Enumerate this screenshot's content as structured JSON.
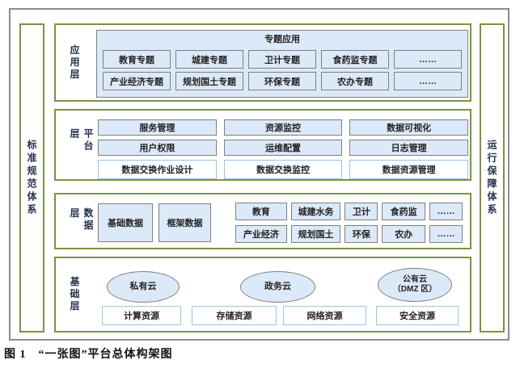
{
  "caption": "图 1　“一张图”平台总体构架图",
  "colors": {
    "layer_border_olive": "#7d9242",
    "frame_border_gray": "#8c8c8c",
    "box_fill_blue": "#dce9f8",
    "box_border_gray": "#7f7f7f",
    "box_border_light_blue": "#9dc3e6"
  },
  "side_bars": {
    "left": "标准规范体系",
    "right": "运行保障体系"
  },
  "app_layer": {
    "label": "应用层",
    "container_title": "专题应用",
    "row1": [
      "教育专题",
      "城建专题",
      "卫计专题",
      "食药监专题",
      "……"
    ],
    "row2": [
      "产业经济专题",
      "规划国土专题",
      "环保专题",
      "农办专题",
      "……"
    ]
  },
  "platform_layer": {
    "label": "平台层",
    "row1": [
      "服务管理",
      "资源监控",
      "数据可视化"
    ],
    "row2": [
      "用户权限",
      "运维配置",
      "日志管理"
    ],
    "row3": [
      "数据交换作业设计",
      "数据交换监控",
      "数据资源管理"
    ]
  },
  "data_layer": {
    "label": "数据层",
    "big_boxes": [
      "基础数据",
      "框架数据"
    ],
    "row1": [
      "教育",
      "城建水务",
      "卫计",
      "食药监",
      "……"
    ],
    "row2": [
      "产业经济",
      "规划国土",
      "环保",
      "农办",
      "……"
    ]
  },
  "base_layer": {
    "label": "基础层",
    "cloud1": "私有云",
    "cloud2": "政务云",
    "cloud3_line1": "公有云",
    "cloud3_line2": "（DMZ 区）",
    "resources": [
      "计算资源",
      "存储资源",
      "网络资源",
      "安全资源"
    ]
  }
}
